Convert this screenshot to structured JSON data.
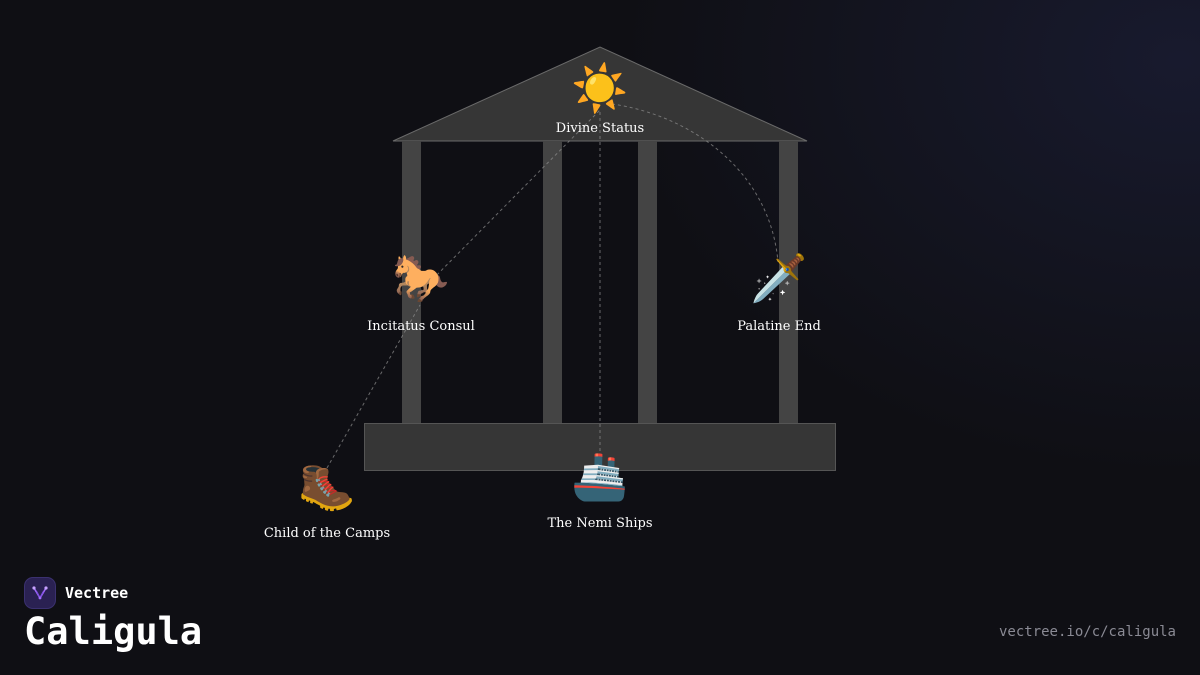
{
  "page": {
    "title": "Caligula",
    "url": "vectree.io/c/caligula"
  },
  "brand": {
    "name": "Vectree",
    "logo_icon": "vectree-logo-icon"
  },
  "colors": {
    "background": "#0f0f14",
    "temple_fill": "#363636",
    "column_fill": "#444444",
    "connector": "#8a8a8a",
    "label": "#ffffff",
    "logo_bg": "#2a2152",
    "logo_accent": "#a36bff"
  },
  "diagram": {
    "nodes": [
      {
        "id": "divine",
        "icon": "☀️",
        "icon_name": "sun-icon",
        "label": "Divine Status"
      },
      {
        "id": "incitatus",
        "icon": "🐎",
        "icon_name": "horse-icon",
        "label": "Incitatus Consul"
      },
      {
        "id": "palatine",
        "icon": "🗡️",
        "icon_name": "dagger-icon",
        "label": "Palatine End"
      },
      {
        "id": "camps",
        "icon": "🥾",
        "icon_name": "boot-icon",
        "label": "Child of the Camps"
      },
      {
        "id": "nemi",
        "icon": "🚢",
        "icon_name": "ship-icon",
        "label": "The Nemi Ships"
      }
    ],
    "connections": [
      {
        "from": "camps",
        "to": "incitatus"
      },
      {
        "from": "incitatus",
        "to": "divine"
      },
      {
        "from": "divine",
        "to": "nemi"
      },
      {
        "from": "divine",
        "to": "palatine"
      }
    ]
  }
}
